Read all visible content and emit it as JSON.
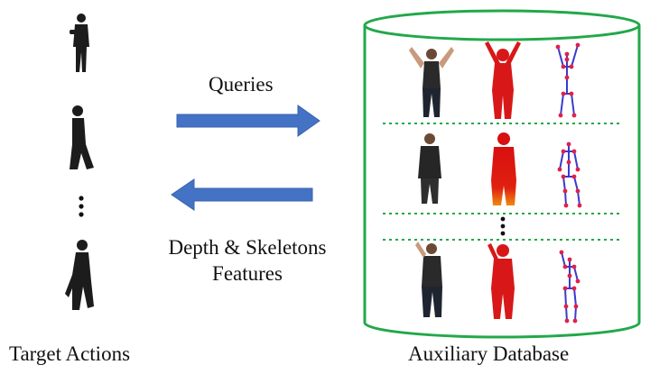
{
  "labels": {
    "queries": "Queries",
    "features_line1": "Depth & Skeletons",
    "features_line2": "Features",
    "target_actions": "Target Actions",
    "auxiliary_database": "Auxiliary Database"
  },
  "colors": {
    "arrow": "#4472c4",
    "cylinder": "#22a84a",
    "separator": "#22a84a",
    "skeleton_bone": "#3a3acc",
    "skeleton_joint": "#e0204a",
    "depth_map": "#d81818"
  }
}
